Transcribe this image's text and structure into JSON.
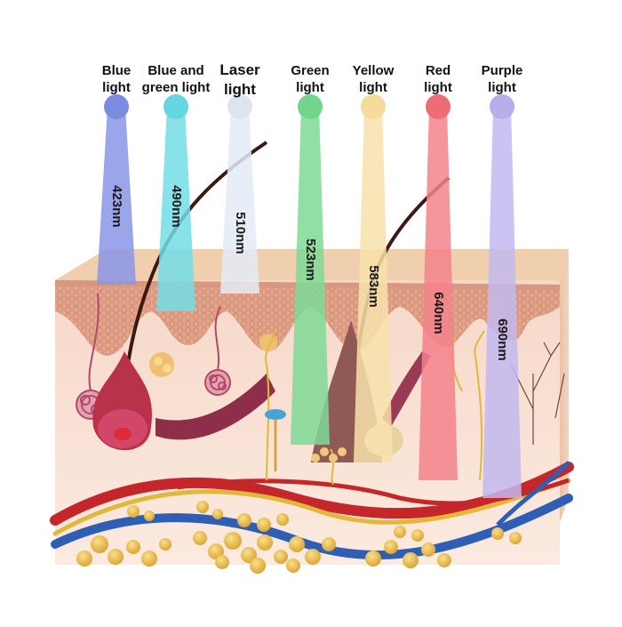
{
  "lights": [
    {
      "name_lines": [
        "Blue",
        "light"
      ],
      "wavelength": "423nm",
      "color": "#6f7fd9",
      "beam_color": "#8a97e6",
      "dot_color": "#7b8be0"
    },
    {
      "name_lines": [
        "Blue and",
        "green light"
      ],
      "wavelength": "490nm",
      "color": "#5fd3de",
      "beam_color": "#73dde6",
      "dot_color": "#66d6e0"
    },
    {
      "name_lines": [
        "Laser",
        "light"
      ],
      "wavelength": "510nm",
      "color": "#dfe7f4",
      "beam_color": "#e4ebf7",
      "dot_color": "#dde5f3"
    },
    {
      "name_lines": [
        "Green",
        "light"
      ],
      "wavelength": "523nm",
      "color": "#69d184",
      "beam_color": "#7fd996",
      "dot_color": "#72d58c"
    },
    {
      "name_lines": [
        "Yellow",
        "light"
      ],
      "wavelength": "583nm",
      "color": "#f7dea0",
      "beam_color": "#f8e2ab",
      "dot_color": "#f6dc9c"
    },
    {
      "name_lines": [
        "Red",
        "light"
      ],
      "wavelength": "640nm",
      "color": "#f0707a",
      "beam_color": "#f3838b",
      "dot_color": "#ee6c76"
    },
    {
      "name_lines": [
        "Purple",
        "light"
      ],
      "wavelength": "690nm",
      "color": "#b6aaea",
      "beam_color": "#c2b8ee",
      "dot_color": "#b8acea"
    }
  ],
  "colors": {
    "skin_top": "#efcfae",
    "epidermis": "#e6a88f",
    "dermis": "#f8e2d6",
    "hair": "#3a1a12",
    "artery": "#c5262a",
    "vein": "#2f5fb5",
    "nerve": "#e2b83a",
    "fat": "#e9bb4a"
  }
}
